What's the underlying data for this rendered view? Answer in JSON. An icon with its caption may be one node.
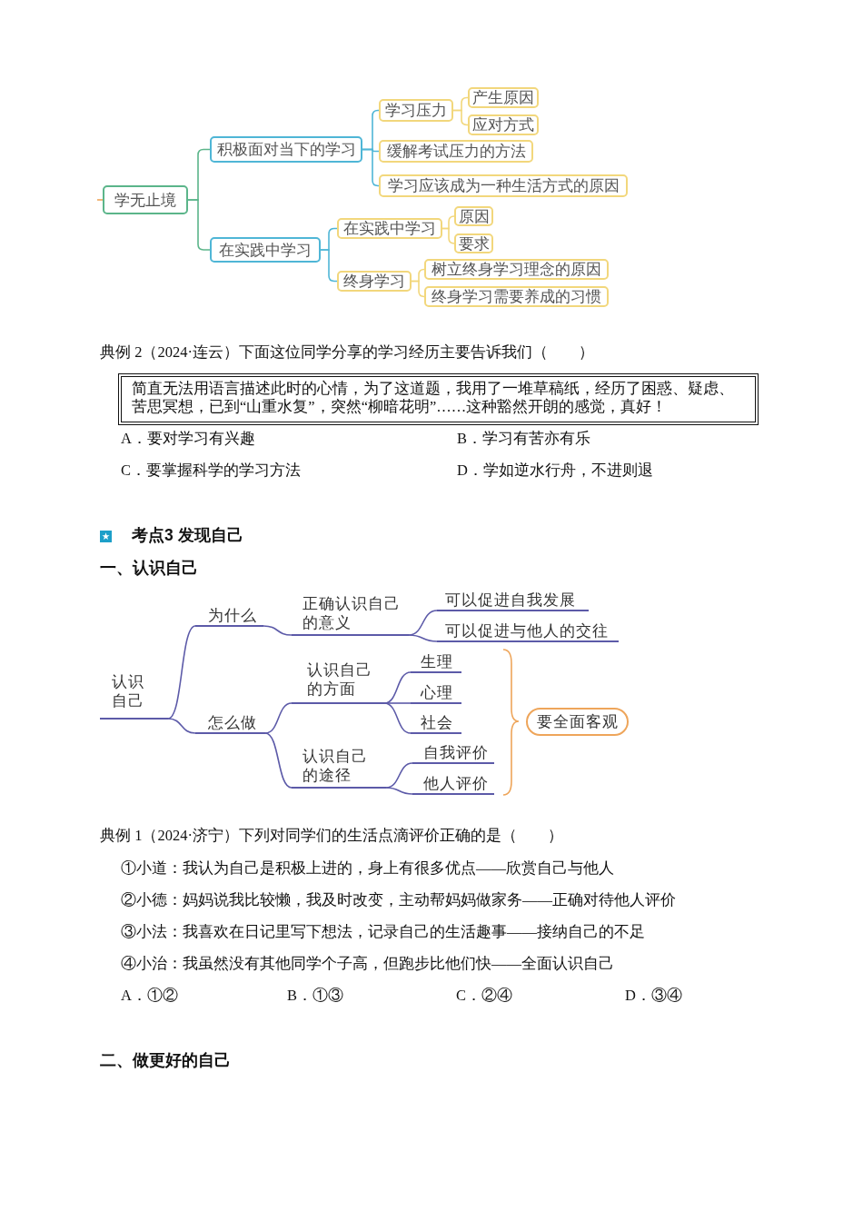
{
  "diagram": {
    "nodes": [
      {
        "text": [
          "学无止境"
        ]
      },
      {
        "text": [
          "积极面对当下的学习"
        ]
      },
      {
        "text": [
          "学习压力"
        ]
      },
      {
        "text": [
          "产生原因"
        ]
      },
      {
        "text": [
          "应对方式"
        ]
      },
      {
        "text": [
          "缓解考试压力的方法"
        ]
      },
      {
        "text": [
          "学习应该成为一种生活方式的原因"
        ]
      },
      {
        "text": [
          "在实践中学习"
        ]
      },
      {
        "text": [
          "在实践中学习"
        ]
      },
      {
        "text": [
          "原因"
        ]
      },
      {
        "text": [
          "要求"
        ]
      },
      {
        "text": [
          "终身学习"
        ]
      },
      {
        "text": [
          "树立终身学习理念的原因"
        ]
      },
      {
        "text": [
          "终身学习需要养成的习惯"
        ]
      },
      {
        "text": [
          "简直无法用语言描述此时的心情，为了这道题，我用了一堆草稿纸，经历了困惑、疑虑、苦思冥想，已到“山重水复”，突然“柳暗花明”……这种豁然开朗的感觉，真好！"
        ]
      },
      {
        "text": [
          "认识自己"
        ]
      },
      {
        "text": [
          "为什么"
        ]
      },
      {
        "text": [
          "正确认识自己的意义"
        ]
      },
      {
        "text": [
          "可以促进自我发展"
        ]
      },
      {
        "text": [
          "可以促进与他人的交往"
        ]
      },
      {
        "text": [
          "怎么做"
        ]
      },
      {
        "text": [
          "认识自己的方面"
        ]
      },
      {
        "text": [
          "生理"
        ]
      },
      {
        "text": [
          "心理"
        ]
      },
      {
        "text": [
          "社会"
        ]
      },
      {
        "text": [
          "认识自己的途径"
        ]
      },
      {
        "text": [
          "自我评价"
        ]
      },
      {
        "text": [
          "他人评价"
        ]
      },
      {
        "text": [
          "要全面客观"
        ]
      }
    ],
    "edges": [
      {
        "from": null,
        "to": 0,
        "arrow": "none",
        "color": "#eea55a"
      },
      {
        "from": 0,
        "to": 1,
        "arrow": "none",
        "color": "#5bb58a"
      },
      {
        "from": 0,
        "to": 7,
        "arrow": "none",
        "color": "#5bb58a"
      },
      {
        "from": 1,
        "to": 2,
        "arrow": "none",
        "color": "#4fb6d6"
      },
      {
        "from": 1,
        "to": 5,
        "arrow": "none",
        "color": "#4fb6d6"
      },
      {
        "from": 1,
        "to": 6,
        "arrow": "none",
        "color": "#4fb6d6"
      },
      {
        "from": 2,
        "to": 3,
        "arrow": "none",
        "color": "#f2d77c"
      },
      {
        "from": 2,
        "to": 4,
        "arrow": "none",
        "color": "#f2d77c"
      },
      {
        "from": 7,
        "to": 8,
        "arrow": "none",
        "color": "#4fb6d6"
      },
      {
        "from": 7,
        "to": 11,
        "arrow": "none",
        "color": "#4fb6d6"
      },
      {
        "from": 8,
        "to": 9,
        "arrow": "none",
        "color": "#f2d77c"
      },
      {
        "from": 8,
        "to": 10,
        "arrow": "none",
        "color": "#f2d77c"
      },
      {
        "from": 11,
        "to": 12,
        "arrow": "none",
        "color": "#f2d77c"
      },
      {
        "from": 11,
        "to": 13,
        "arrow": "none",
        "color": "#f2d77c"
      },
      {
        "from": 15,
        "to": 16,
        "arrow": "none"
      },
      {
        "from": 15,
        "to": 20,
        "arrow": "none"
      },
      {
        "from": 16,
        "to": 17,
        "arrow": "none"
      },
      {
        "from": 17,
        "to": 18,
        "arrow": "none"
      },
      {
        "from": 17,
        "to": 19,
        "arrow": "none"
      },
      {
        "from": 20,
        "to": 21,
        "arrow": "none"
      },
      {
        "from": 20,
        "to": 25,
        "arrow": "none"
      },
      {
        "from": 21,
        "to": 22,
        "arrow": "none"
      },
      {
        "from": 21,
        "to": 23,
        "arrow": "none"
      },
      {
        "from": 21,
        "to": 24,
        "arrow": "none"
      },
      {
        "from": 25,
        "to": 26,
        "arrow": "none"
      },
      {
        "from": 25,
        "to": 27,
        "arrow": "none"
      }
    ],
    "labels": [
      "典例 2（2024·连云）下面这位同学分享的学习经历主要告诉我们（　　）",
      "A．要对学习有兴趣",
      "B．学习有苦亦有乐",
      "C．要掌握科学的学习方法",
      "D．学如逆水行舟，不进则退",
      "考点3 发现自己",
      "一、认识自己",
      "典例 1（2024·济宁）下列对同学们的生活点滴评价正确的是（　　）",
      "①小道：我认为自己是积极上进的，身上有很多优点——欣赏自己与他人",
      "②小德：妈妈说我比较懒，我及时改变，主动帮妈妈做家务——正确对待他人评价",
      "③小法：我喜欢在日记里写下想法，记录自己的生活趣事——接纳自己的不足",
      "④小治：我虽然没有其他同学个子高，但跑步比他们快——全面认识自己",
      "A．①②",
      "B．①③",
      "C．②④",
      "D．③④",
      "二、做更好的自己"
    ]
  }
}
